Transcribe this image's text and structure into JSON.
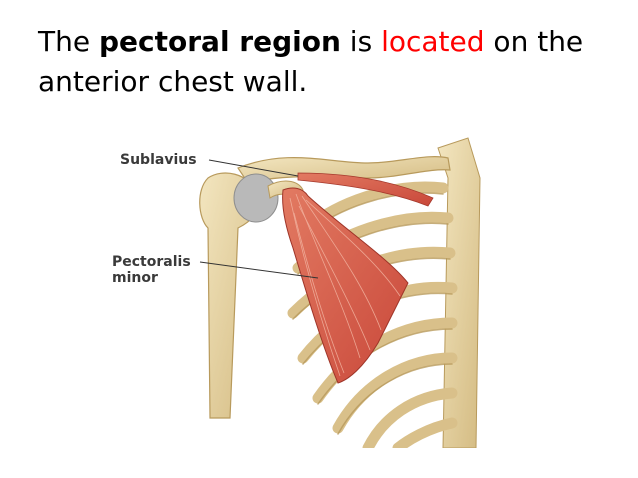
{
  "slide": {
    "title_parts": {
      "prefix": "The ",
      "bold": "pectoral region",
      "middle": " is ",
      "red": "located",
      "suffix": " on the anterior chest wall."
    },
    "accent_color": "#ff0000"
  },
  "figure": {
    "labels": {
      "sublavius": "Sublavius",
      "pectoralis_line1": "Pectoralis",
      "pectoralis_line2": "minor"
    },
    "colors": {
      "bone": "#e8d6a4",
      "bone_shade": "#c9ae72",
      "muscle": "#d8604a",
      "muscle_light": "#ec9a82"
    }
  }
}
